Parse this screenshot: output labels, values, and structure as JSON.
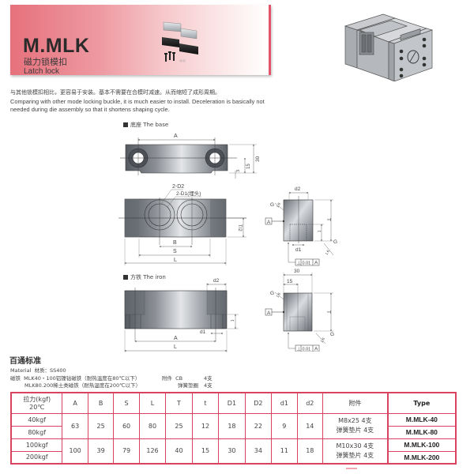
{
  "header": {
    "title": "M.MLK",
    "subtitle_cn": "磁力锁模扣",
    "subtitle_en": "Latch lock"
  },
  "intro": {
    "cn": "与其他锁模扣相比，更容易于安装。基本不需要在合模时减速。从而缩短了成形周期。",
    "en": "Comparing with other mode locking buckle, it is much easier to install. Deceleration is basically not needed during die assembly so that it shortens shaping cycle."
  },
  "sections": {
    "base": "底座 The base",
    "iron": "方铁 The iron"
  },
  "base_drawing": {
    "dims": {
      "A": "A",
      "h30": "30",
      "h15": "15",
      "h3": "3",
      "D2": "2-D2",
      "D1": "2-D1(埋头)",
      "T2": "T/2",
      "B": "B",
      "S": "S",
      "L": "L"
    }
  },
  "side_drawing": {
    "dims": {
      "d2": "d2",
      "d1": "d1",
      "T": "T",
      "t": "t",
      "G": "G",
      "ra": "1.6",
      "datum": "A",
      "tol_sym": "⊥",
      "tol_val": "0.01",
      "tol_ref": "A"
    }
  },
  "iron_drawing": {
    "dims": {
      "d2": "d2",
      "d1": "d1",
      "t": "t",
      "A": "A",
      "L": "L"
    }
  },
  "iron_side_drawing": {
    "dims": {
      "w30": "30",
      "w15": "15",
      "T": "T",
      "G": "G",
      "ra": "1.6",
      "datum": "A",
      "tol_sym": "⊥",
      "tol_val": "0.01",
      "tol_ref": "A"
    }
  },
  "standard": {
    "title": "百通标准",
    "material": "Material  材质：SS400",
    "magnet1": "磁铁  MLK40・100铝镍钴磁铁（耐热温度在80℃以下）",
    "magnet2": "MLK80.200稀土类磁铁（耐热温度在200℃以下）",
    "acc1_label": "附件  CB",
    "acc1_qty": "4支",
    "acc2_label": "弹簧垫圈",
    "acc2_qty": "4支"
  },
  "table": {
    "headers": {
      "force": "拉力(kgf)",
      "force_sub": "20℃",
      "A": "A",
      "B": "B",
      "S": "S",
      "L": "L",
      "T": "T",
      "t": "t",
      "D1": "D1",
      "D2": "D2",
      "d1": "d1",
      "d2": "d2",
      "accessory": "附件",
      "type": "Type"
    },
    "groups": [
      {
        "forces": [
          "40kgf",
          "80kgf"
        ],
        "A": "63",
        "B": "25",
        "S": "60",
        "L": "80",
        "T": "25",
        "t": "12",
        "D1": "18",
        "D2": "22",
        "d1": "9",
        "d2": "14",
        "acc_line1": "M8x25   4支",
        "acc_line2": "弹簧垫片 4支",
        "types": [
          "M.MLK-40",
          "M.MLK-80"
        ]
      },
      {
        "forces": [
          "100kgf",
          "200kgf"
        ],
        "A": "100",
        "B": "39",
        "S": "79",
        "L": "126",
        "T": "40",
        "t": "15",
        "D1": "30",
        "D2": "34",
        "d1": "11",
        "d2": "18",
        "acc_line1": "M10x30   4支",
        "acc_line2": "弹簧垫片 4支",
        "types": [
          "M.MLK-100",
          "M.MLK-200"
        ]
      }
    ]
  },
  "colors": {
    "accent": "#d9435f",
    "banner_start": "#e6717c",
    "banner_end": "#ffffff",
    "steel_dark": "#5a5f66",
    "steel_light": "#d8dce0"
  }
}
